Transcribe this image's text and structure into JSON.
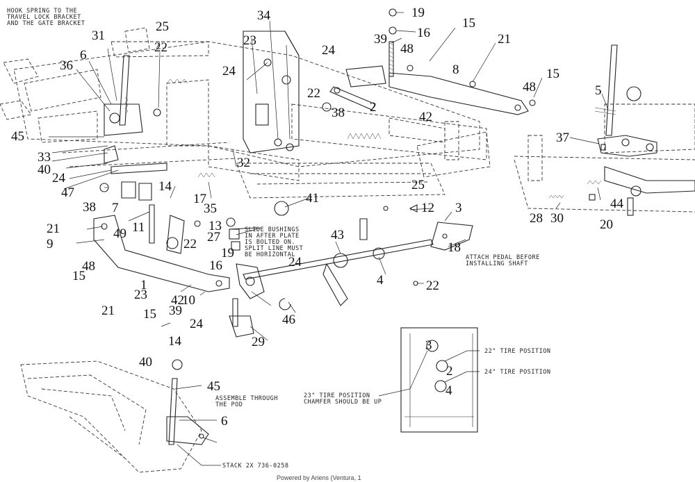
{
  "notes": {
    "hook_spring": [
      "HOOK SPRING TO THE",
      "TRAVEL LOCK BRACKET",
      "AND THE GATE BRACKET"
    ],
    "slide_bushings": [
      "SLIDE BUSHINGS",
      "IN AFTER PLATE",
      "IS BOLTED ON.",
      "SPLIT LINE MUST",
      "BE HORIZONTAL"
    ],
    "attach_pedal": [
      "ATTACH PEDAL BEFORE",
      "INSTALLING SHAFT"
    ],
    "assemble_pod": [
      "ASSEMBLE THROUGH",
      "THE POD"
    ],
    "stack": "STACK 2X 736-0258"
  },
  "tire_panel": {
    "tire_22": "22\" TIRE POSITION",
    "tire_24": "24\" TIRE POSITION",
    "tire_23_line1": "23\" TIRE POSITION",
    "tire_23_line2": "CHAMFER SHOULD BE UP",
    "hole_3": "3",
    "hole_2": "2",
    "hole_4": "4"
  },
  "footer": "Powered by  Ariens (Ventura, 1",
  "callouts": [
    "19",
    "16",
    "39",
    "15",
    "48",
    "8",
    "21",
    "24",
    "22",
    "38",
    "2",
    "42",
    "34",
    "23",
    "24",
    "25",
    "31",
    "22",
    "6",
    "36",
    "45",
    "33",
    "40",
    "24",
    "47",
    "32",
    "17",
    "48",
    "15",
    "5",
    "37",
    "44",
    "30",
    "28",
    "20",
    "38",
    "7",
    "14",
    "21",
    "49",
    "11",
    "9",
    "35",
    "13",
    "22",
    "27",
    "19",
    "16",
    "15",
    "48",
    "1",
    "23",
    "21",
    "42",
    "15",
    "39",
    "24",
    "14",
    "10",
    "29",
    "46",
    "41",
    "4",
    "43",
    "12",
    "3",
    "18",
    "22",
    "24",
    "25",
    "40",
    "45",
    "6"
  ],
  "colors": {
    "ink": "#222222",
    "paper": "#ffffff"
  }
}
